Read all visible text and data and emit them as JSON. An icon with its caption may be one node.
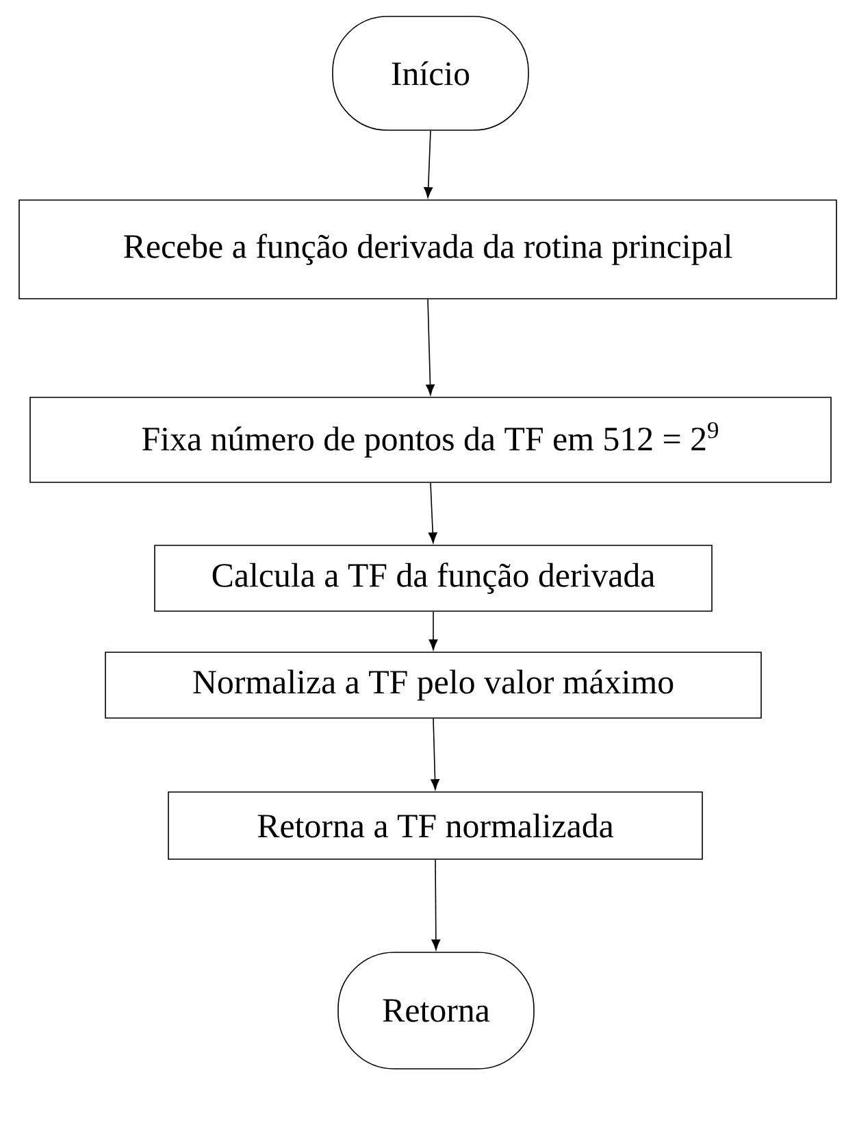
{
  "diagram": {
    "nodes": [
      {
        "text": [
          "Início"
        ]
      },
      {
        "text": [
          "Recebe a função derivada da rotina principal"
        ]
      },
      {
        "text": [
          "Fixa número de pontos da TF em 512 = 2$^{9}$"
        ]
      },
      {
        "text": [
          "Calcula a TF da função derivada"
        ]
      },
      {
        "text": [
          "Normaliza a TF pelo valor máximo"
        ]
      },
      {
        "text": [
          "Retorna a TF normalizada"
        ]
      },
      {
        "text": [
          "Retorna"
        ]
      }
    ],
    "edges": [
      {
        "from": 0,
        "to": 1,
        "arrow": "to"
      },
      {
        "from": 1,
        "to": 2,
        "arrow": "to"
      },
      {
        "from": 2,
        "to": 3,
        "arrow": "to"
      },
      {
        "from": 3,
        "to": 4,
        "arrow": "to"
      },
      {
        "from": 4,
        "to": 5,
        "arrow": "to"
      },
      {
        "from": 5,
        "to": 6,
        "arrow": "to"
      }
    ]
  }
}
